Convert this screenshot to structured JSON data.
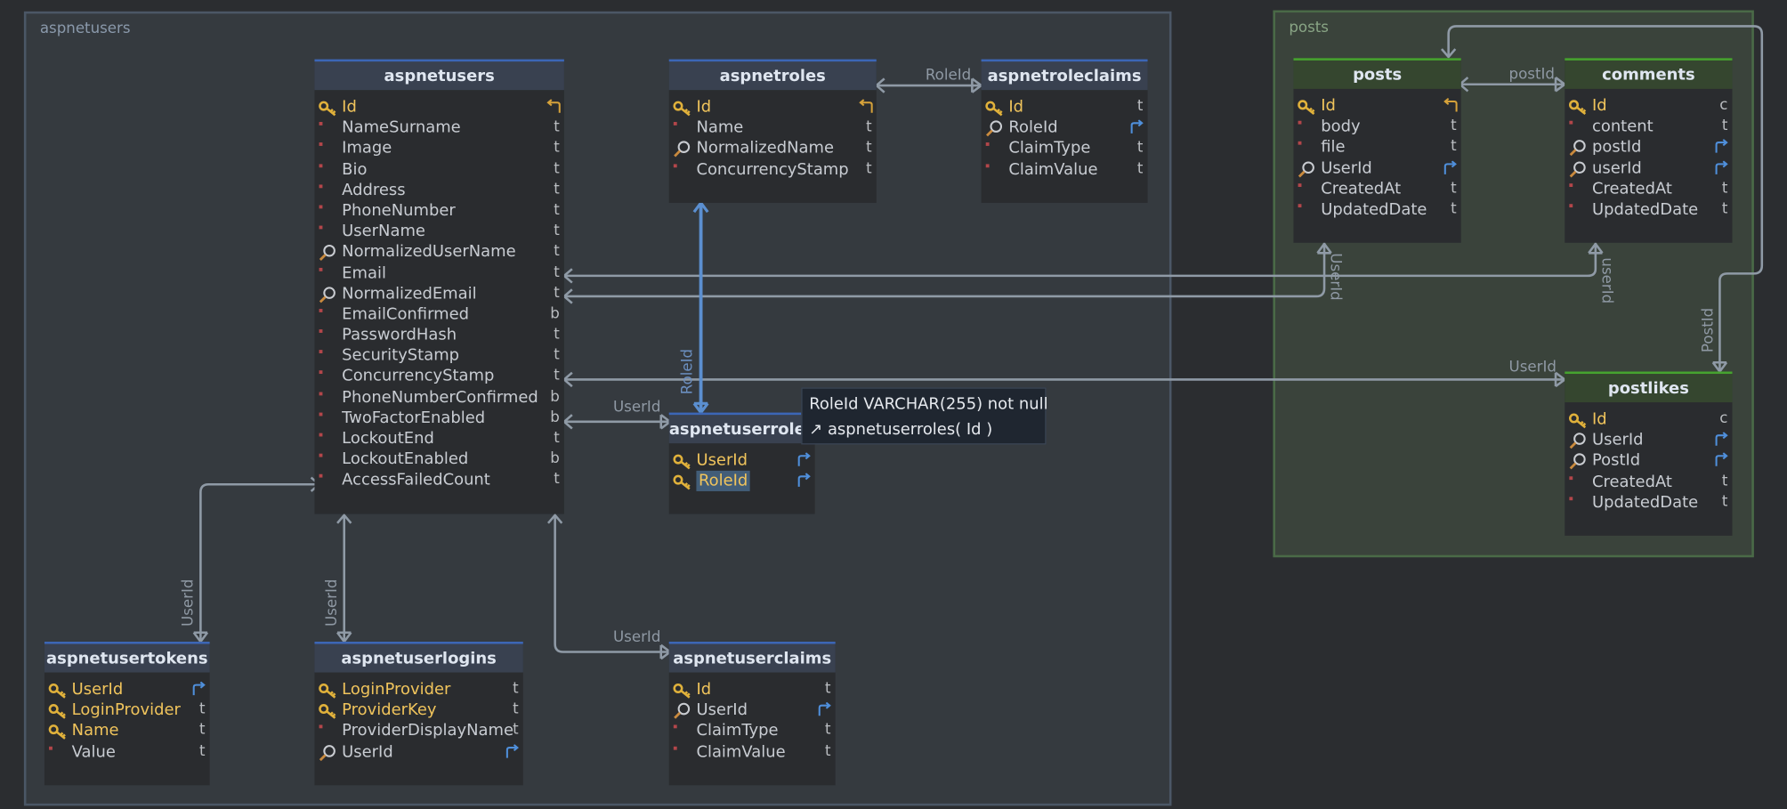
{
  "groups": {
    "aspnetusers": "aspnetusers",
    "posts": "posts"
  },
  "tables": {
    "aspnetusers": {
      "name": "aspnetusers",
      "columns": [
        {
          "name": "Id",
          "type": "",
          "key": true
        },
        {
          "name": "NameSurname",
          "type": "t"
        },
        {
          "name": "Image",
          "type": "t"
        },
        {
          "name": "Bio",
          "type": "t"
        },
        {
          "name": "Address",
          "type": "t"
        },
        {
          "name": "PhoneNumber",
          "type": "t"
        },
        {
          "name": "UserName",
          "type": "t"
        },
        {
          "name": "NormalizedUserName",
          "type": "t",
          "index": true
        },
        {
          "name": "Email",
          "type": "t"
        },
        {
          "name": "NormalizedEmail",
          "type": "t",
          "index": true
        },
        {
          "name": "EmailConfirmed",
          "type": "b"
        },
        {
          "name": "PasswordHash",
          "type": "t"
        },
        {
          "name": "SecurityStamp",
          "type": "t"
        },
        {
          "name": "ConcurrencyStamp",
          "type": "t"
        },
        {
          "name": "PhoneNumberConfirmed",
          "type": "b"
        },
        {
          "name": "TwoFactorEnabled",
          "type": "b"
        },
        {
          "name": "LockoutEnd",
          "type": "t"
        },
        {
          "name": "LockoutEnabled",
          "type": "b"
        },
        {
          "name": "AccessFailedCount",
          "type": "t"
        }
      ]
    },
    "aspnetroles": {
      "name": "aspnetroles",
      "columns": [
        {
          "name": "Id",
          "type": "",
          "key": true
        },
        {
          "name": "Name",
          "type": "t"
        },
        {
          "name": "NormalizedName",
          "type": "t",
          "index": true
        },
        {
          "name": "ConcurrencyStamp",
          "type": "t"
        }
      ]
    },
    "aspnetroleclaims": {
      "name": "aspnetroleclaims",
      "columns": [
        {
          "name": "Id",
          "type": "t",
          "key": true
        },
        {
          "name": "RoleId",
          "type": "",
          "index": true
        },
        {
          "name": "ClaimType",
          "type": "t"
        },
        {
          "name": "ClaimValue",
          "type": "t"
        }
      ]
    },
    "aspnetuserroles": {
      "name": "aspnetuserroles",
      "columns": [
        {
          "name": "UserId",
          "type": "",
          "key": true
        },
        {
          "name": "RoleId",
          "type": "",
          "key": true
        }
      ]
    },
    "aspnetusertokens": {
      "name": "aspnetusertokens",
      "columns": [
        {
          "name": "UserId",
          "type": "",
          "key": true
        },
        {
          "name": "LoginProvider",
          "type": "t",
          "key": true
        },
        {
          "name": "Name",
          "type": "t",
          "key": true
        },
        {
          "name": "Value",
          "type": "t"
        }
      ]
    },
    "aspnetuserlogins": {
      "name": "aspnetuserlogins",
      "columns": [
        {
          "name": "LoginProvider",
          "type": "t",
          "key": true
        },
        {
          "name": "ProviderKey",
          "type": "t",
          "key": true
        },
        {
          "name": "ProviderDisplayName",
          "type": "t"
        },
        {
          "name": "UserId",
          "type": "",
          "index": true
        }
      ]
    },
    "aspnetuserclaims": {
      "name": "aspnetuserclaims",
      "columns": [
        {
          "name": "Id",
          "type": "t",
          "key": true
        },
        {
          "name": "UserId",
          "type": "",
          "index": true
        },
        {
          "name": "ClaimType",
          "type": "t"
        },
        {
          "name": "ClaimValue",
          "type": "t"
        }
      ]
    },
    "posts": {
      "name": "posts",
      "columns": [
        {
          "name": "Id",
          "type": "",
          "key": true
        },
        {
          "name": "body",
          "type": "t"
        },
        {
          "name": "file",
          "type": "t"
        },
        {
          "name": "UserId",
          "type": "",
          "index": true
        },
        {
          "name": "CreatedAt",
          "type": "t"
        },
        {
          "name": "UpdatedDate",
          "type": "t"
        }
      ]
    },
    "comments": {
      "name": "comments",
      "columns": [
        {
          "name": "Id",
          "type": "c",
          "key": true
        },
        {
          "name": "content",
          "type": "t"
        },
        {
          "name": "postId",
          "type": "",
          "index": true
        },
        {
          "name": "userId",
          "type": "",
          "index": true
        },
        {
          "name": "CreatedAt",
          "type": "t"
        },
        {
          "name": "UpdatedDate",
          "type": "t"
        }
      ]
    },
    "postlikes": {
      "name": "postlikes",
      "columns": [
        {
          "name": "Id",
          "type": "c",
          "key": true
        },
        {
          "name": "UserId",
          "type": "",
          "index": true
        },
        {
          "name": "PostId",
          "type": "",
          "index": true
        },
        {
          "name": "CreatedAt",
          "type": "t"
        },
        {
          "name": "UpdatedDate",
          "type": "t"
        }
      ]
    }
  },
  "link_labels": {
    "roleclaims_roleid": "RoleId",
    "userroles_roleid": "RoleId",
    "userroles_userid": "UserId",
    "tokens_userid": "UserId",
    "logins_userid": "UserId",
    "claims_userid": "UserId",
    "comments_postid": "postId",
    "posts_userid": "UserId",
    "comments_userid": "userId",
    "postlikes_userid": "UserId",
    "postlikes_postid": "PostId"
  },
  "tooltip": {
    "line1": "RoleId VARCHAR(255) not null",
    "line2": "↗ aspnetuserroles( Id )"
  },
  "colors": {
    "key": "#f0c45c",
    "header_blue": "#3c66b6",
    "header_green": "#46a32f",
    "link": "#8f9aa6",
    "link_selected": "#5b8fd0"
  }
}
